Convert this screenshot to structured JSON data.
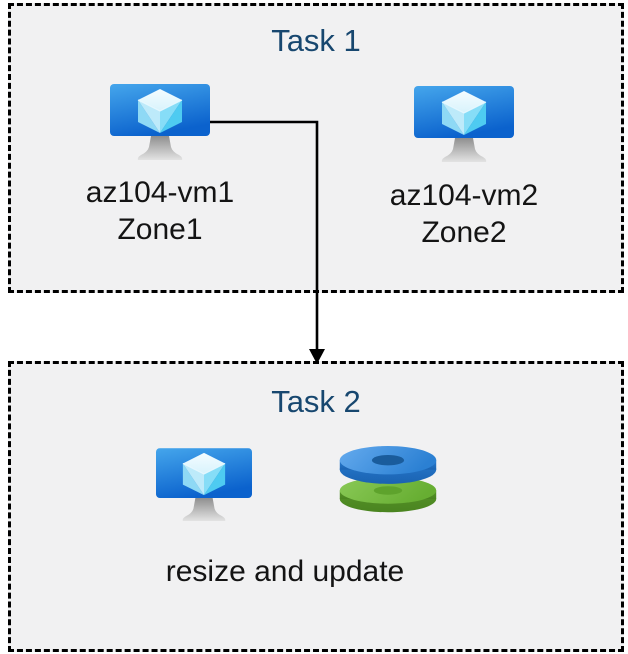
{
  "style": {
    "page_background": "#ffffff",
    "box_fill": "#f1f1f2",
    "box_border_color": "#000000",
    "title_color": "#17476f",
    "label_color": "#141414",
    "arrow_color": "#000000",
    "vm_screen_blue_top": "#3fa2ea",
    "vm_screen_blue_bottom": "#0b62cd",
    "disk_blue": "#3b8fe4",
    "disk_green": "#74ba3e"
  },
  "task1": {
    "title": "Task 1",
    "vms": [
      {
        "name": "az104-vm1",
        "zone": "Zone1",
        "icon": "virtual-machine-icon"
      },
      {
        "name": "az104-vm2",
        "zone": "Zone2",
        "icon": "virtual-machine-icon"
      }
    ]
  },
  "task2": {
    "title": "Task 2",
    "caption": "resize and update",
    "icons": [
      "virtual-machine-icon",
      "managed-disks-icon"
    ]
  },
  "connector": {
    "type": "elbow-arrow-down",
    "from": "az104-vm1",
    "to": "Task 2"
  }
}
